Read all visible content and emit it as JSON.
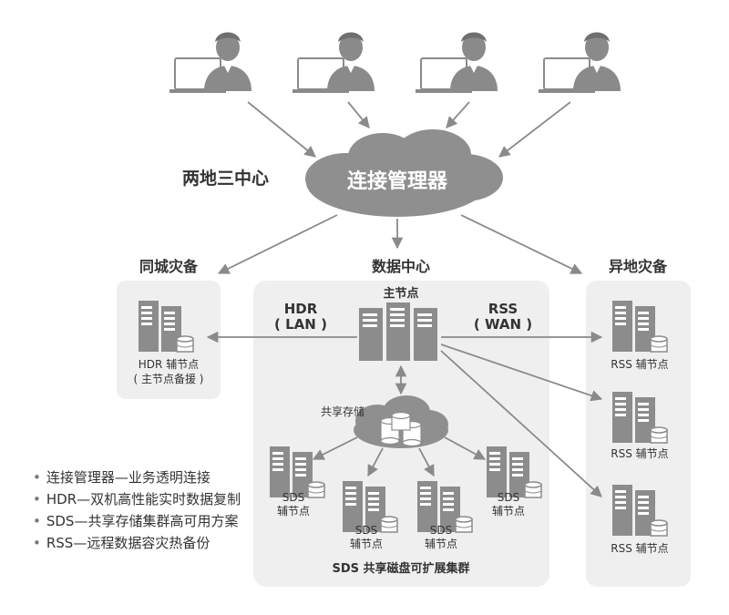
{
  "title": "两地三中心",
  "cloud_label": "连接管理器",
  "storage_cloud_label": "共享存储",
  "zones": {
    "local_backup": "同城灾备",
    "data_center": "数据中心",
    "remote_backup": "异地灾备"
  },
  "links": {
    "hdr": "HDR",
    "hdr_sub": "( LAN )",
    "rss": "RSS",
    "rss_sub": "( WAN )"
  },
  "nodes": {
    "primary": "主节点",
    "hdr_node": "HDR 辅节点",
    "hdr_node_sub": "( 主节点备援 )",
    "sds_label": "SDS",
    "sds_sub": "辅节点",
    "rss_node": "RSS 辅节点"
  },
  "sds_caption": "SDS 共享磁盘可扩展集群",
  "legend": [
    "连接管理器—业务透明连接",
    "HDR—双机高性能实时数据复制",
    "SDS—共享存储集群高可用方案",
    "RSS—远程数据容灾热备份"
  ]
}
